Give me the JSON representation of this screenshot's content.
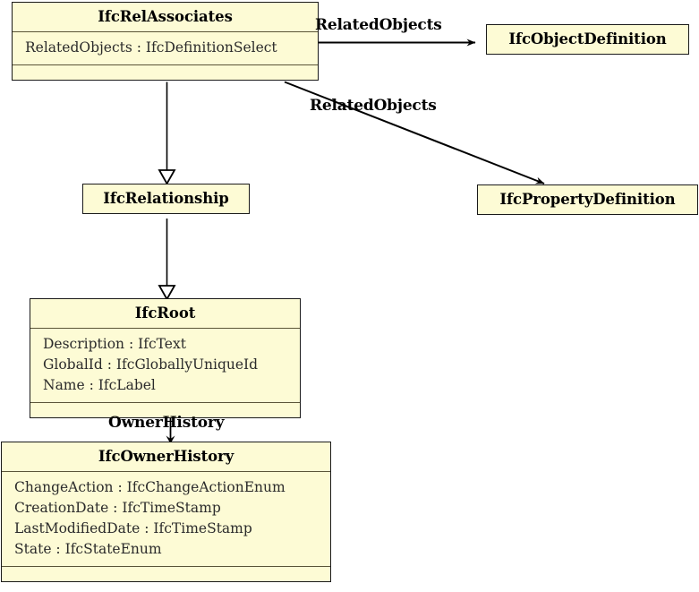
{
  "diagram": {
    "type": "uml-class-diagram",
    "title": "IfcRelAssociates inheritance and relationship diagram",
    "palette": {
      "class_fill": "#fdfbd5",
      "class_border": "#1a1a1a",
      "compartment_separator": "#5a5438",
      "edge_color": "#000000",
      "background": "#ffffff"
    },
    "classes": [
      {
        "id": "ifc-rel-associates",
        "name": "IfcRelAssociates",
        "attributes": [
          "RelatedObjects : IfcDefinitionSelect"
        ],
        "has_empty_compartment": true
      },
      {
        "id": "ifc-object-definition",
        "name": "IfcObjectDefinition",
        "attributes": [],
        "has_empty_compartment": false
      },
      {
        "id": "ifc-property-definition",
        "name": "IfcPropertyDefinition",
        "attributes": [],
        "has_empty_compartment": false
      },
      {
        "id": "ifc-relationship",
        "name": "IfcRelationship",
        "attributes": [],
        "has_empty_compartment": false
      },
      {
        "id": "ifc-root",
        "name": "IfcRoot",
        "attributes": [
          "Description : IfcText",
          "GlobalId : IfcGloballyUniqueId",
          "Name : IfcLabel"
        ],
        "has_empty_compartment": true
      },
      {
        "id": "ifc-owner-history",
        "name": "IfcOwnerHistory",
        "attributes": [
          "ChangeAction : IfcChangeActionEnum",
          "CreationDate : IfcTimeStamp",
          "LastModifiedDate : IfcTimeStamp",
          "State : IfcStateEnum"
        ],
        "has_empty_compartment": true
      }
    ],
    "edges": [
      {
        "id": "edge-related-objects-object-definition",
        "label": "RelatedObjects",
        "from": "IfcRelAssociates",
        "to": "IfcObjectDefinition",
        "arrow": "open-arrow"
      },
      {
        "id": "edge-related-objects-property-definition",
        "label": "RelatedObjects",
        "from": "IfcRelAssociates",
        "to": "IfcPropertyDefinition",
        "arrow": "open-arrow"
      },
      {
        "id": "edge-generalization-relationship",
        "label": "",
        "from": "IfcRelAssociates",
        "to": "IfcRelationship",
        "arrow": "hollow-triangle"
      },
      {
        "id": "edge-generalization-root",
        "label": "",
        "from": "IfcRelationship",
        "to": "IfcRoot",
        "arrow": "hollow-triangle"
      },
      {
        "id": "edge-owner-history",
        "label": "OwnerHistory",
        "from": "IfcRoot",
        "to": "IfcOwnerHistory",
        "arrow": "open-arrow"
      }
    ]
  }
}
